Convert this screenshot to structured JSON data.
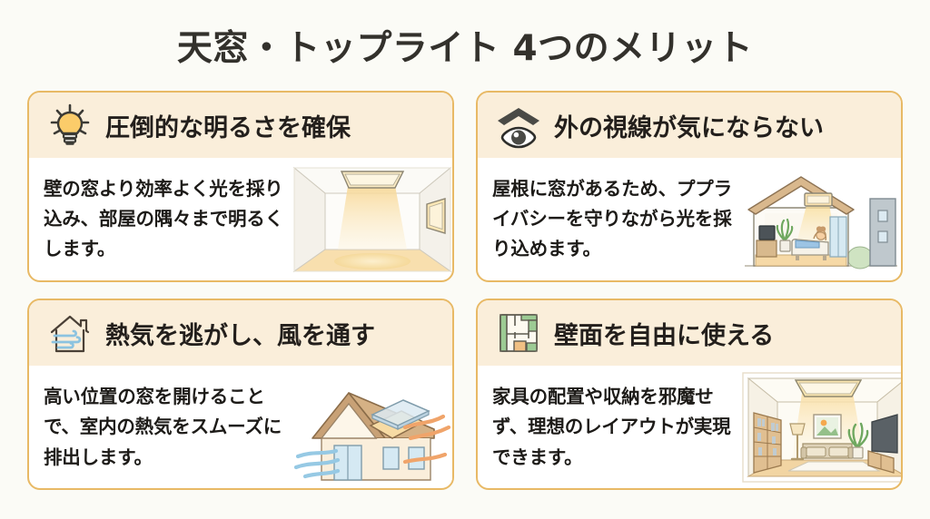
{
  "title": "天窓・トップライト 4つのメリット",
  "colors": {
    "page_background": "#fbfbf6",
    "card_border": "#e8b965",
    "card_header_background": "#faeeda",
    "card_body_background": "#ffffff",
    "title_text": "#33312c",
    "body_text": "#1d1b18",
    "bulb_yellow": "#fbcc6a",
    "wind_blue": "#8cc3e0",
    "plan_green": "#9ccb94",
    "warm_light": "#fae0a8"
  },
  "cards": [
    {
      "id": "brightness",
      "icon": "lightbulb-icon",
      "title": "圧倒的な明るさを確保",
      "text": "壁の窓より効率よく光を採り込み、部屋の隅々まで明るくします。",
      "illustration": "room-with-ceiling-skylight-light-cone"
    },
    {
      "id": "privacy",
      "icon": "eye-under-roof-icon",
      "title": "外の視線が気にならない",
      "text": "屋根に窓があるため、ププライバシーを守りながら光を採り込めます。",
      "illustration": "house-cutaway-person-relaxing-on-sofa"
    },
    {
      "id": "ventilation",
      "icon": "house-with-wind-icon",
      "title": "熱気を逃がし、風を通す",
      "text": "高い位置の窓を開けることで、室内の熱気をスムーズに排出します。",
      "illustration": "house-exterior-open-skylight-airflow-arrows"
    },
    {
      "id": "wall-freedom",
      "icon": "floor-plan-icon",
      "title": "壁面を自由に使える",
      "text": "家具の配置や収納を邪魔せず、理想のレイアウトが実現できます。",
      "illustration": "living-room-bookshelf-sofa-tv-skylight"
    }
  ]
}
